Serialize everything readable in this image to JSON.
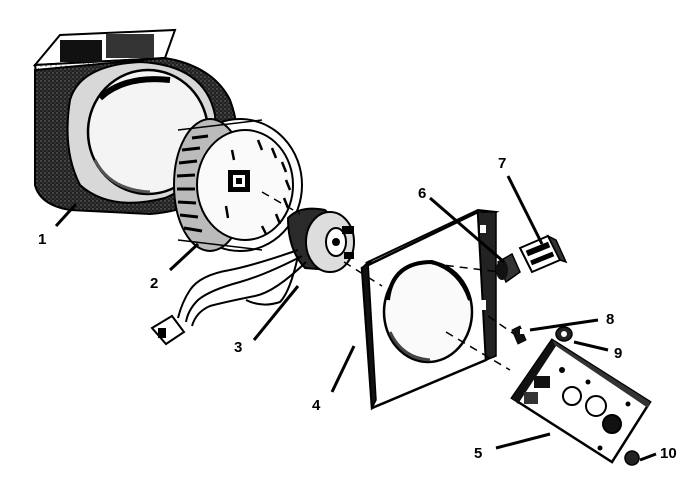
{
  "labels": {
    "p1": "1",
    "p2": "2",
    "p3": "3",
    "p4": "4",
    "p5": "5",
    "p6": "6",
    "p7": "7",
    "p8": "8",
    "p9": "9",
    "p10": "10"
  },
  "colors": {
    "ink": "#000000",
    "paper": "#ffffff",
    "shade": "#1a1a1a",
    "mid": "#555555",
    "light": "#bdbdbd"
  }
}
